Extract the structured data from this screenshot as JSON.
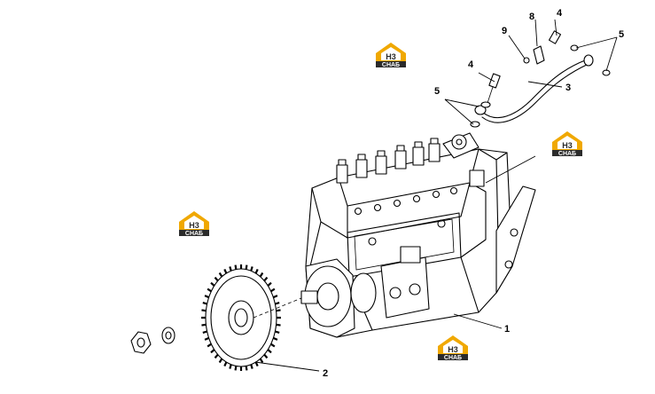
{
  "logo": {
    "mark_text": "H3",
    "word_text": "CHAБ",
    "color": "#f0a800"
  },
  "callouts": {
    "c1": "1",
    "c2": "2",
    "c3": "3",
    "c4a": "4",
    "c4b": "4",
    "c5a": "5",
    "c5b": "5",
    "c8": "8",
    "c9": "9"
  }
}
